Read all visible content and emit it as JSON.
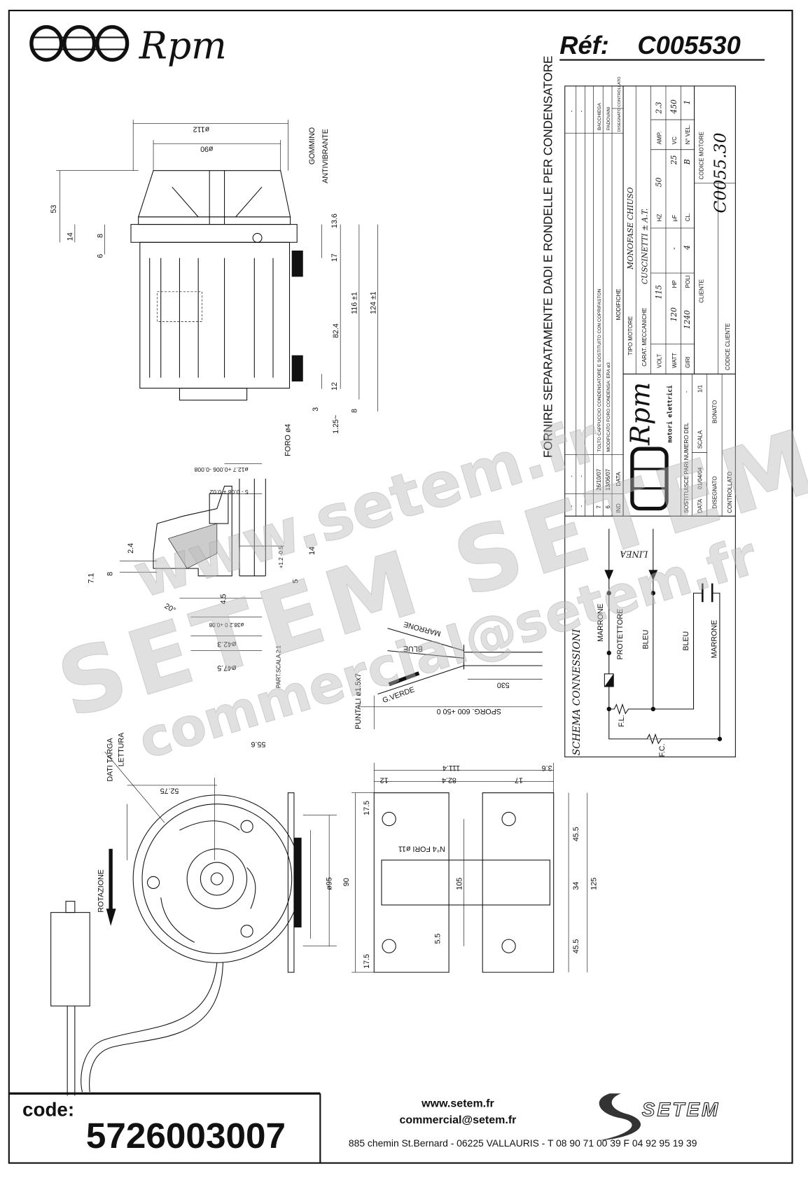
{
  "header": {
    "brand": "Rpm",
    "reference_label": "Réf:",
    "reference_value": "C005530"
  },
  "note": "FORNIRE SEPARATAMENTE DADI E RONDELLE PER CONDENSATORE",
  "title_block": {
    "revisions": [
      {
        "ind": "-",
        "date": "-",
        "change": "",
        "by": "-"
      },
      {
        "ind": "-",
        "date": "-",
        "change": "",
        "by": "-"
      },
      {
        "ind": "7",
        "date": "26/10/07",
        "change": "TOLTO CAPPUCCIO CONDENSATORE E SOSTITUITO CON COPRIFASTON",
        "by": "BACCHIEGA"
      },
      {
        "ind": "6",
        "date": "13/06/07",
        "change": "MODIFICATO FORO CONDENSA: ERA ø3",
        "by": "PADOVANI"
      }
    ],
    "rev_headers": {
      "ind": "IND",
      "date": "DATA",
      "change": "MODIFICHE",
      "drawn": "DISEGNATO",
      "checked": "CONTROLLATO"
    },
    "logo_brand": "Rpm",
    "logo_sub": "motori elettrici",
    "replaces_label": "SOSTITUISCE PARI NUMERO DEL",
    "replaces_value": "-",
    "date_label": "DATA",
    "date_value": "01/04/04",
    "scale_label": "SCALA",
    "scale_value": "1/1",
    "drawn_label": "DISEGNATO",
    "drawn_value": "BONATO",
    "checked_label": "CONTROLLATO",
    "motor_type_label": "TIPO MOTORE",
    "motor_type_value": "MONOFASE CHIUSO",
    "mech_label": "CARAT. MECCANICHE",
    "mech_value": "CUSCINETTI ± A.T.",
    "specs": [
      {
        "label": "VOLT",
        "value": "115"
      },
      {
        "label": "HZ",
        "value": "50"
      },
      {
        "label": "AMP.",
        "value": "2.3"
      },
      {
        "label": "WATT",
        "value": "120"
      },
      {
        "label": "HP",
        "value": "-"
      },
      {
        "label": "µF",
        "value": "25"
      },
      {
        "label": "VC",
        "value": "450"
      },
      {
        "label": "GIRI",
        "value": "1240"
      },
      {
        "label": "POLI",
        "value": "4"
      },
      {
        "label": "CL.",
        "value": "B"
      },
      {
        "label": "N° VEL.",
        "value": "1"
      }
    ],
    "client_label": "CLIENTE",
    "client_code_label": "CODICE CLIENTE",
    "motor_code_label": "CODICE MOTORE",
    "motor_code_value": "C0055.30"
  },
  "schematic": {
    "title": "SCHEMA CONNESSIONI",
    "line_label": "LINEA",
    "labels": [
      "MARRONE",
      "PROTETTORE",
      "BLEU",
      "BLEU",
      "MARRONE",
      "F.L.",
      "F.C."
    ]
  },
  "drawing": {
    "top_view": [
      "ø112",
      "ø90",
      "53",
      "14",
      "8",
      "6",
      "17",
      "13.6",
      "116 ±1",
      "124 ±1",
      "82.4",
      "12",
      "3",
      "8",
      "1.25~",
      "FORO ø4",
      "GOMMINO",
      "ANTIVIBRANTE"
    ],
    "detail": [
      "ø12.7 +0.006 -0.008",
      "5 - 0.08 + 0.02",
      "2.4",
      "7.1",
      "8",
      "14",
      "4.5",
      "20°",
      "+1.2 -0.5",
      "5",
      "ø38.2 0 +0.08",
      "ø42.3",
      "ø47.5",
      "PART.SCALA 2:1"
    ],
    "wires": [
      "MARRONE",
      "BLUE",
      "G.VERDE",
      "530",
      "SPORG. 600 +50 0",
      "PUNTALI ø1.5x7"
    ],
    "front_view": [
      "DATI TARGA",
      "LETTURA",
      "55.6",
      "52.75",
      "ROTAZIONE",
      "ø95",
      "90"
    ],
    "bracket": [
      "111.4",
      "3.6",
      "12",
      "82.4",
      "17",
      "17.5",
      "45.5",
      "N°4 FORI ø11",
      "105",
      "34",
      "125",
      "45.5",
      "5.5",
      "17.5"
    ]
  },
  "watermarks": [
    "www.setem.fr",
    "SETEM  SETEM",
    "commercial@setem.fr"
  ],
  "footer": {
    "code_label": "code:",
    "code_value": "5726003007",
    "website": "www.setem.fr",
    "email": "commercial@setem.fr",
    "address": "885 chemin St.Bernard  -  06225 VALLAURIS  -  T 08 90 71 00 39   F 04 92 95 19 39",
    "company": "SETEM"
  }
}
